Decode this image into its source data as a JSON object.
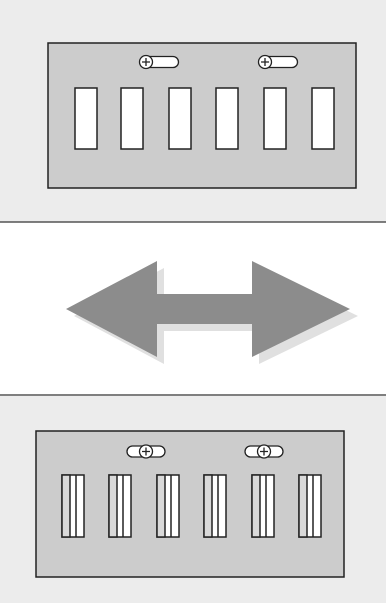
{
  "colors": {
    "page_background": "#ffffff",
    "panel_background": "#ececec",
    "plate_fill": "#cccccc",
    "slot_fill": "#ffffff",
    "stroke": "#222222",
    "separator": "#555555",
    "arrow_fill": "#8c8c8c",
    "arrow_shadow": "#e0e0e0"
  },
  "top_plate": {
    "slot_count": 6,
    "screw_count": 2,
    "screw_orientation": "head-left"
  },
  "arrow": {
    "direction": "bidirectional-horizontal",
    "icon": "double-arrow-icon"
  },
  "bottom_plate": {
    "slot_count": 6,
    "screw_count": 2,
    "screw_orientation": "head-center",
    "slot_style": "split"
  }
}
